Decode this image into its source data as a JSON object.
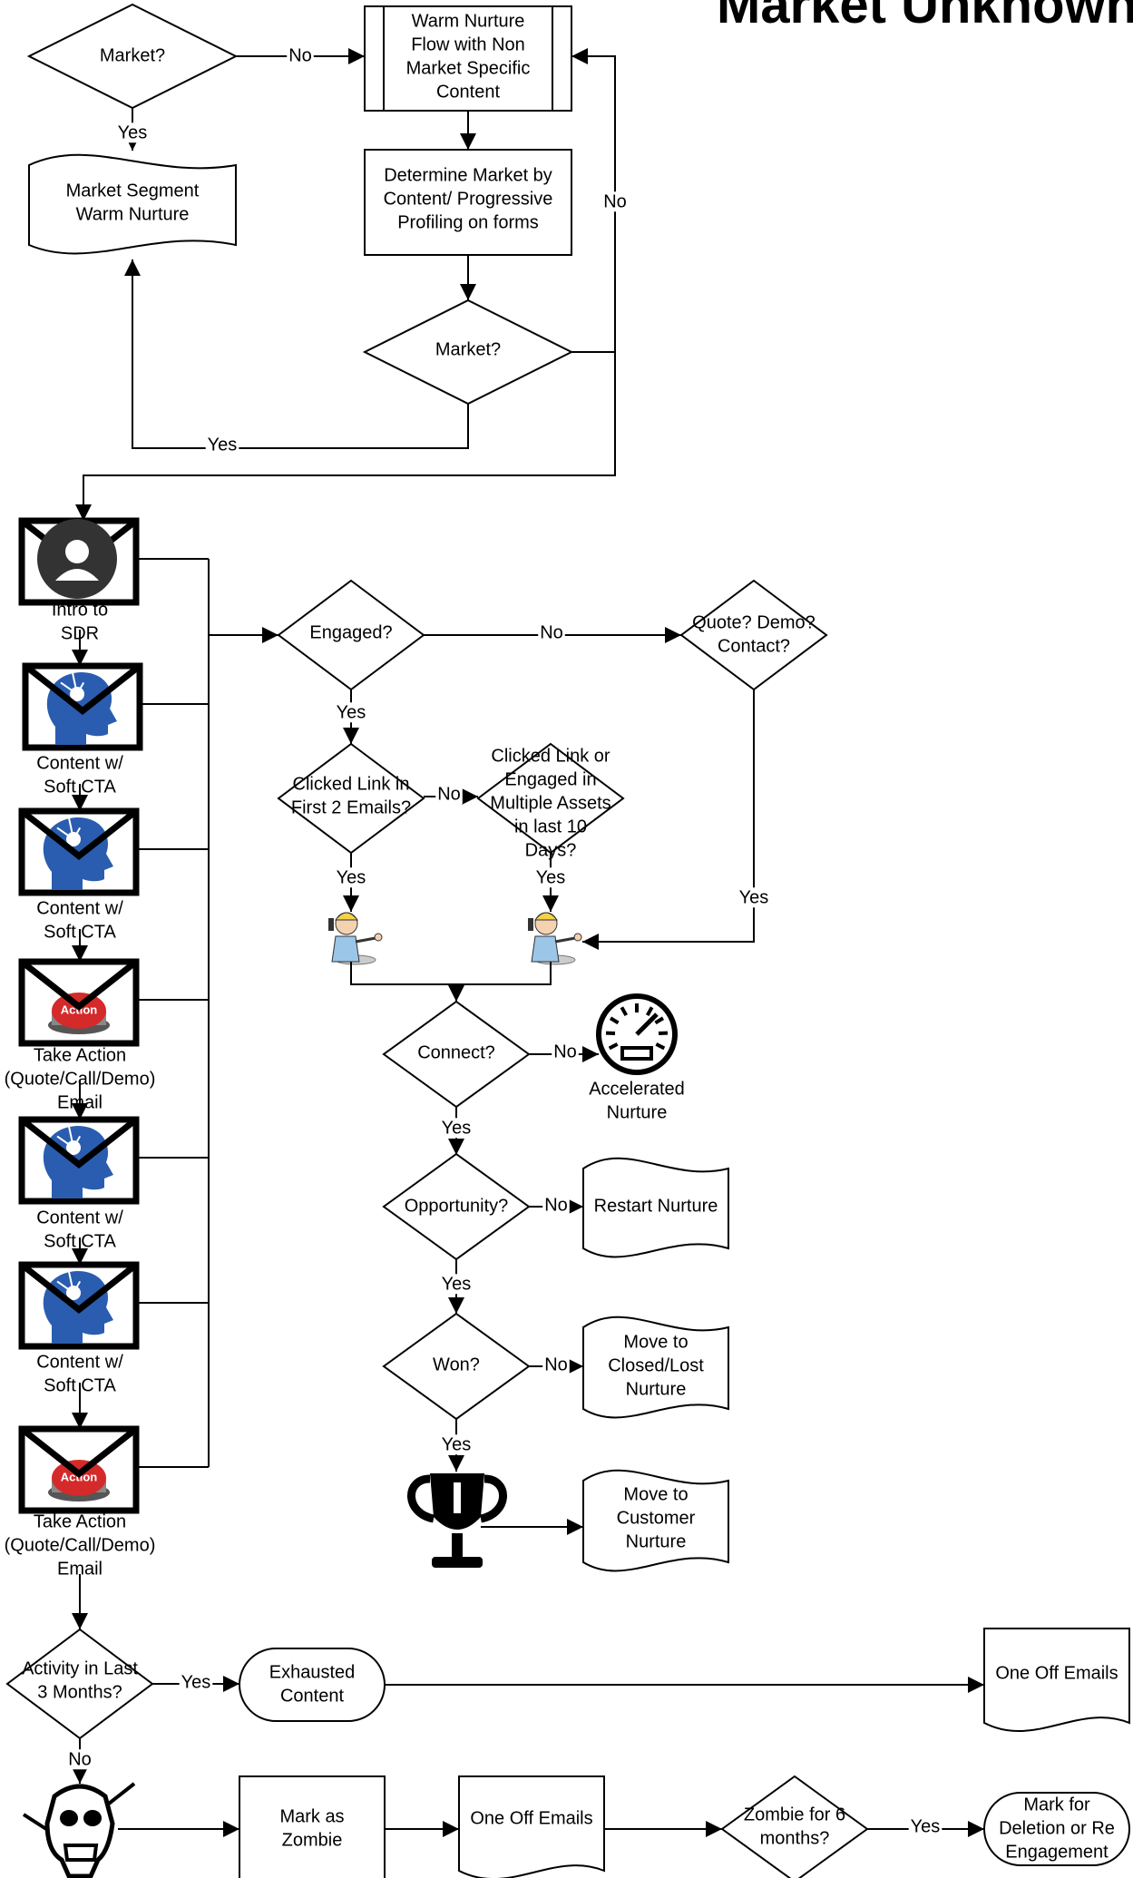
{
  "title": "Market Unknown",
  "shapes": {
    "market_q_top": "Market?",
    "warm_nurture": [
      "Warm Nurture",
      "Flow with Non",
      "Market Specific",
      "Content"
    ],
    "market_segment": [
      "Market Segment",
      "Warm Nurture"
    ],
    "determine_market": [
      "Determine Market by",
      "Content/ Progressive",
      "Profiling on forms"
    ],
    "market_q_mid": "Market?",
    "engaged_q": "Engaged?",
    "quote_q": [
      "Quote? Demo?",
      "Contact?"
    ],
    "clicked_first2_q": [
      "Clicked Link in",
      "First 2 Emails?"
    ],
    "clicked_multi_q": [
      "Clicked Link or",
      "Engaged in",
      "Multiple Assets",
      "in last 10",
      "Days?"
    ],
    "connect_q": "Connect?",
    "accelerated_nurture": [
      "Accelerated",
      "Nurture"
    ],
    "opportunity_q": "Opportunity?",
    "restart_nurture": "Restart Nurture",
    "won_q": "Won?",
    "closed_lost": [
      "Move to",
      "Closed/Lost",
      "Nurture"
    ],
    "customer_nurture": [
      "Move to",
      "Customer",
      "Nurture"
    ],
    "activity_q": [
      "Activity in Last",
      "3 Months?"
    ],
    "exhausted_content": [
      "Exhausted",
      "Content"
    ],
    "one_off_emails_right": "One Off Emails",
    "mark_zombie": [
      "Mark as",
      "Zombie"
    ],
    "one_off_emails_bottom": "One Off Emails",
    "zombie_q": [
      "Zombie for 6",
      "months?"
    ],
    "mark_deletion": [
      "Mark for",
      "Deletion or Re",
      "Engagement"
    ]
  },
  "emails": [
    {
      "label": [
        "Intro to",
        "SDR"
      ],
      "icon": "person-icon"
    },
    {
      "label": [
        "Content w/",
        "Soft CTA"
      ],
      "icon": "idea-head-icon"
    },
    {
      "label": [
        "Content w/",
        "Soft CTA"
      ],
      "icon": "idea-head-icon"
    },
    {
      "label": [
        "Take Action",
        "(Quote/Call/Demo)",
        "Email"
      ],
      "icon": "action-button-icon"
    },
    {
      "label": [
        "Content w/",
        "Soft CTA"
      ],
      "icon": "idea-head-icon"
    },
    {
      "label": [
        "Content w/",
        "Soft CTA"
      ],
      "icon": "idea-head-icon"
    },
    {
      "label": [
        "Take Action",
        "(Quote/Call/Demo)",
        "Email"
      ],
      "icon": "action-button-icon"
    }
  ],
  "edge_labels": {
    "yes": "Yes",
    "no": "No",
    "action_text": "Action"
  },
  "colors": {
    "stroke": "#000000",
    "head_blue": "#2a5db0",
    "action_red": "#d42a2a",
    "person_dark": "#333333"
  }
}
